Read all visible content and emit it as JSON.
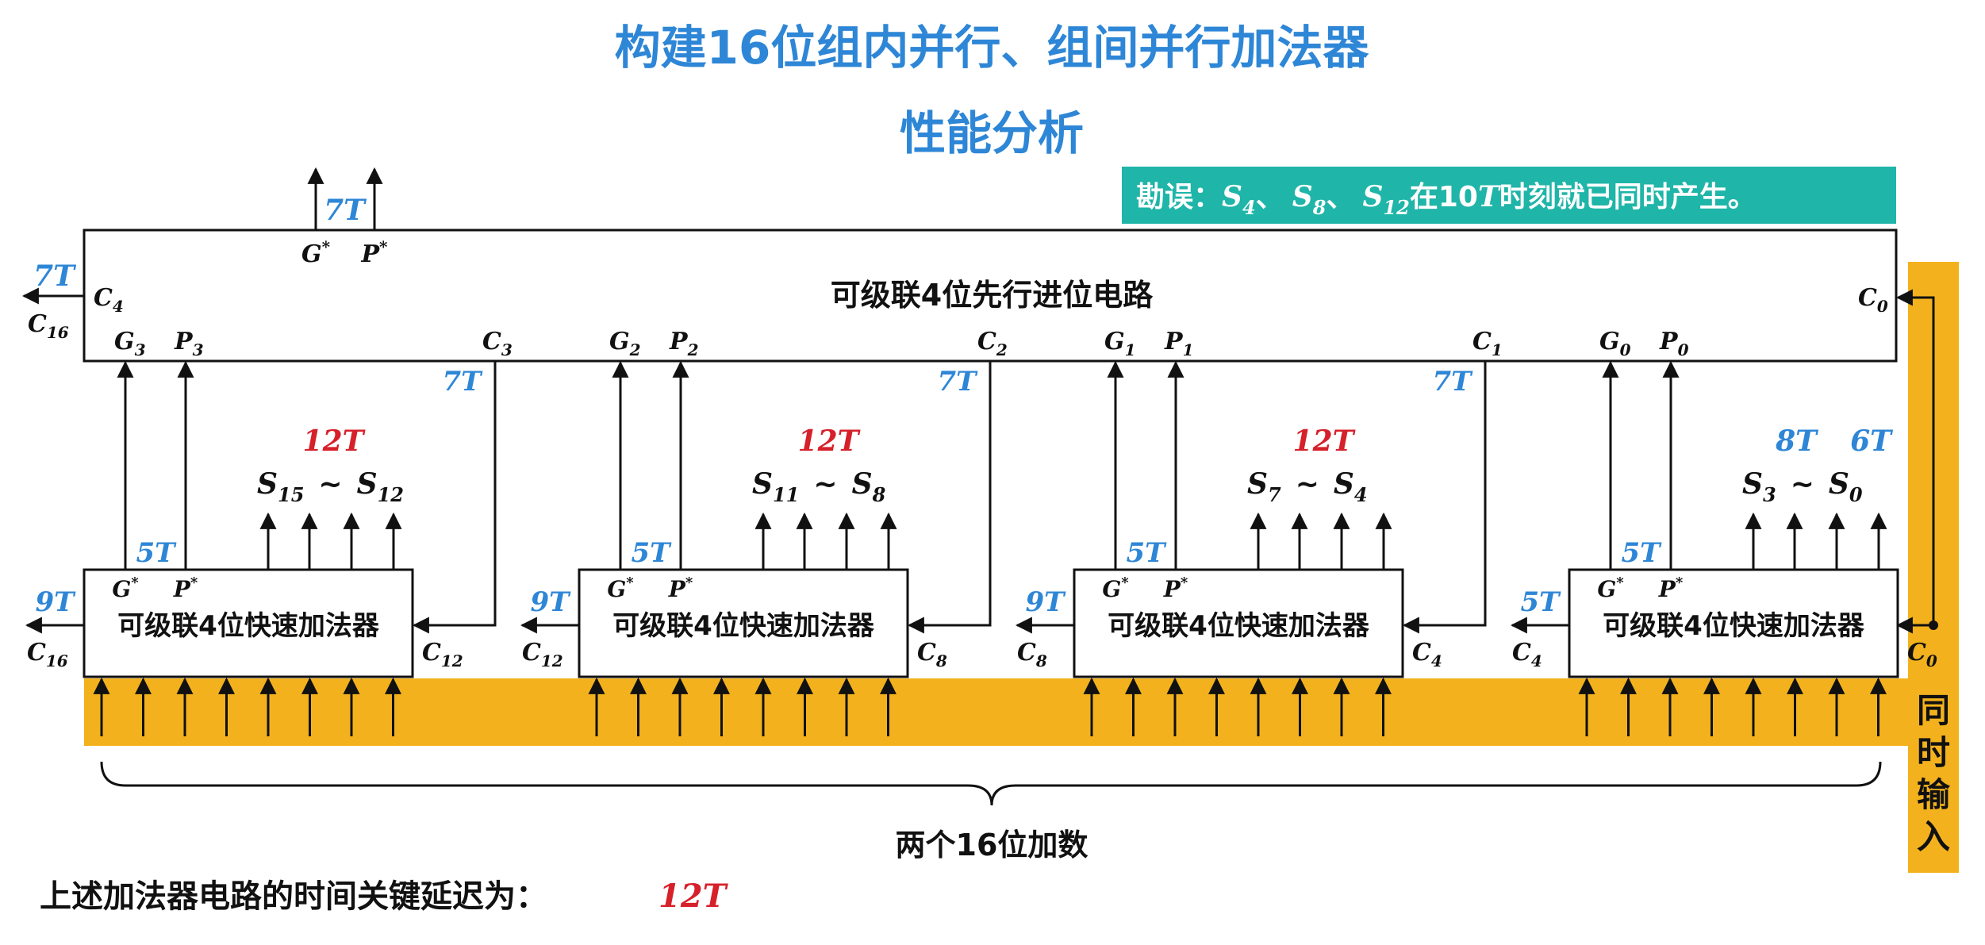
{
  "title_line1": "构建16位组内并行、组间并行加法器",
  "title_line2": "性能分析",
  "erratum": {
    "prefix": "勘误：",
    "terms": [
      {
        "base": "S",
        "sub": "4"
      },
      {
        "base": "S",
        "sub": "8"
      },
      {
        "base": "S",
        "sub": "12"
      }
    ],
    "separator": "、",
    "text_before_time": "在10",
    "time_var": "T",
    "suffix": "时刻就已同时产生。"
  },
  "cla_unit": {
    "label": "可级联4位先行进位电路",
    "g_out": {
      "base": "G",
      "sup": "*"
    },
    "p_out": {
      "base": "P",
      "sup": "*"
    },
    "gp_delay": "7T",
    "c4_label": {
      "base": "C",
      "sub": "4"
    },
    "c4_delay": "7T",
    "c16_label": {
      "base": "C",
      "sub": "16"
    },
    "c0_label": {
      "base": "C",
      "sub": "0"
    },
    "ports": [
      {
        "g": "3",
        "p": "3",
        "c": "3",
        "c_delay": "7T"
      },
      {
        "g": "2",
        "p": "2",
        "c": "2",
        "c_delay": "7T"
      },
      {
        "g": "1",
        "p": "1",
        "c": "1",
        "c_delay": "7T"
      },
      {
        "g": "0",
        "p": "0"
      }
    ]
  },
  "adders": [
    {
      "label": "可级联4位快速加法器",
      "sum_delay": "12T",
      "sum_hi": "15",
      "sum_lo": "12",
      "gp_delay": "5T",
      "cout_delay": "9T",
      "cout_label": "16",
      "cin_label": "12"
    },
    {
      "label": "可级联4位快速加法器",
      "sum_delay": "12T",
      "sum_hi": "11",
      "sum_lo": "8",
      "gp_delay": "5T",
      "cout_delay": "9T",
      "cout_label": "12",
      "cin_label": "8"
    },
    {
      "label": "可级联4位快速加法器",
      "sum_delay": "12T",
      "sum_hi": "7",
      "sum_lo": "4",
      "gp_delay": "5T",
      "cout_delay": "9T",
      "cout_label": "8",
      "cin_label": "4"
    },
    {
      "label": "可级联4位快速加法器",
      "sum_delay_hi": "8T",
      "sum_delay_lo": "6T",
      "sum_hi": "3",
      "sum_lo": "0",
      "gp_delay": "5T",
      "cout_delay": "5T",
      "cout_label": "4",
      "cin_label": "0"
    }
  ],
  "adder_gp": {
    "g": "G",
    "p": "P",
    "sup": "*"
  },
  "sum_symbol": "S",
  "tilde": "~",
  "brace_label": "两个16位加数",
  "side_label": [
    "同",
    "时",
    "输",
    "入"
  ],
  "footer": {
    "text": "上述加法器电路的时间关键延迟为：",
    "value": "12T"
  },
  "colors": {
    "title": "#2e86d6",
    "delay_blue": "#2e86d6",
    "delay_red": "#d6202a",
    "erratum_bg": "#1fb5a8",
    "input_band": "#f3b21d"
  }
}
